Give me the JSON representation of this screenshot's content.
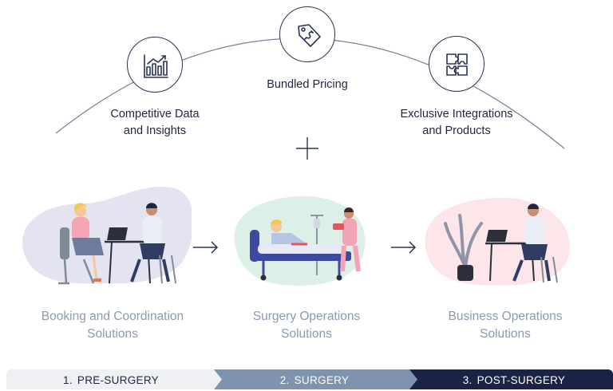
{
  "features": {
    "competitive": {
      "line1": "Competitive Data",
      "line2": "and Insights",
      "icon": "bar-chart-icon"
    },
    "bundled": {
      "line1": "Bundled Pricing",
      "icon": "price-tag-icon"
    },
    "exclusive": {
      "line1": "Exclusive Integrations",
      "line2": "and Products",
      "icon": "puzzle-icon"
    }
  },
  "plus_symbol": "+",
  "solutions": {
    "booking": {
      "line1": "Booking and Coordination",
      "line2": "Solutions"
    },
    "surgery": {
      "line1": "Surgery Operations",
      "line2": "Solutions"
    },
    "business": {
      "line1": "Business Operations",
      "line2": "Solutions"
    }
  },
  "phases": [
    {
      "number": "1.",
      "label": "PRE-SURGERY"
    },
    {
      "number": "2.",
      "label": "SURGERY"
    },
    {
      "number": "3.",
      "label": "POST-SURGERY"
    }
  ],
  "colors": {
    "navy": "#1b2447",
    "slate": "#7e93ad",
    "light_gray": "#eef0f3",
    "blob_lavender": "#e4e4f0",
    "blob_mint": "#dcf0e8",
    "blob_pink": "#fde6ea"
  }
}
